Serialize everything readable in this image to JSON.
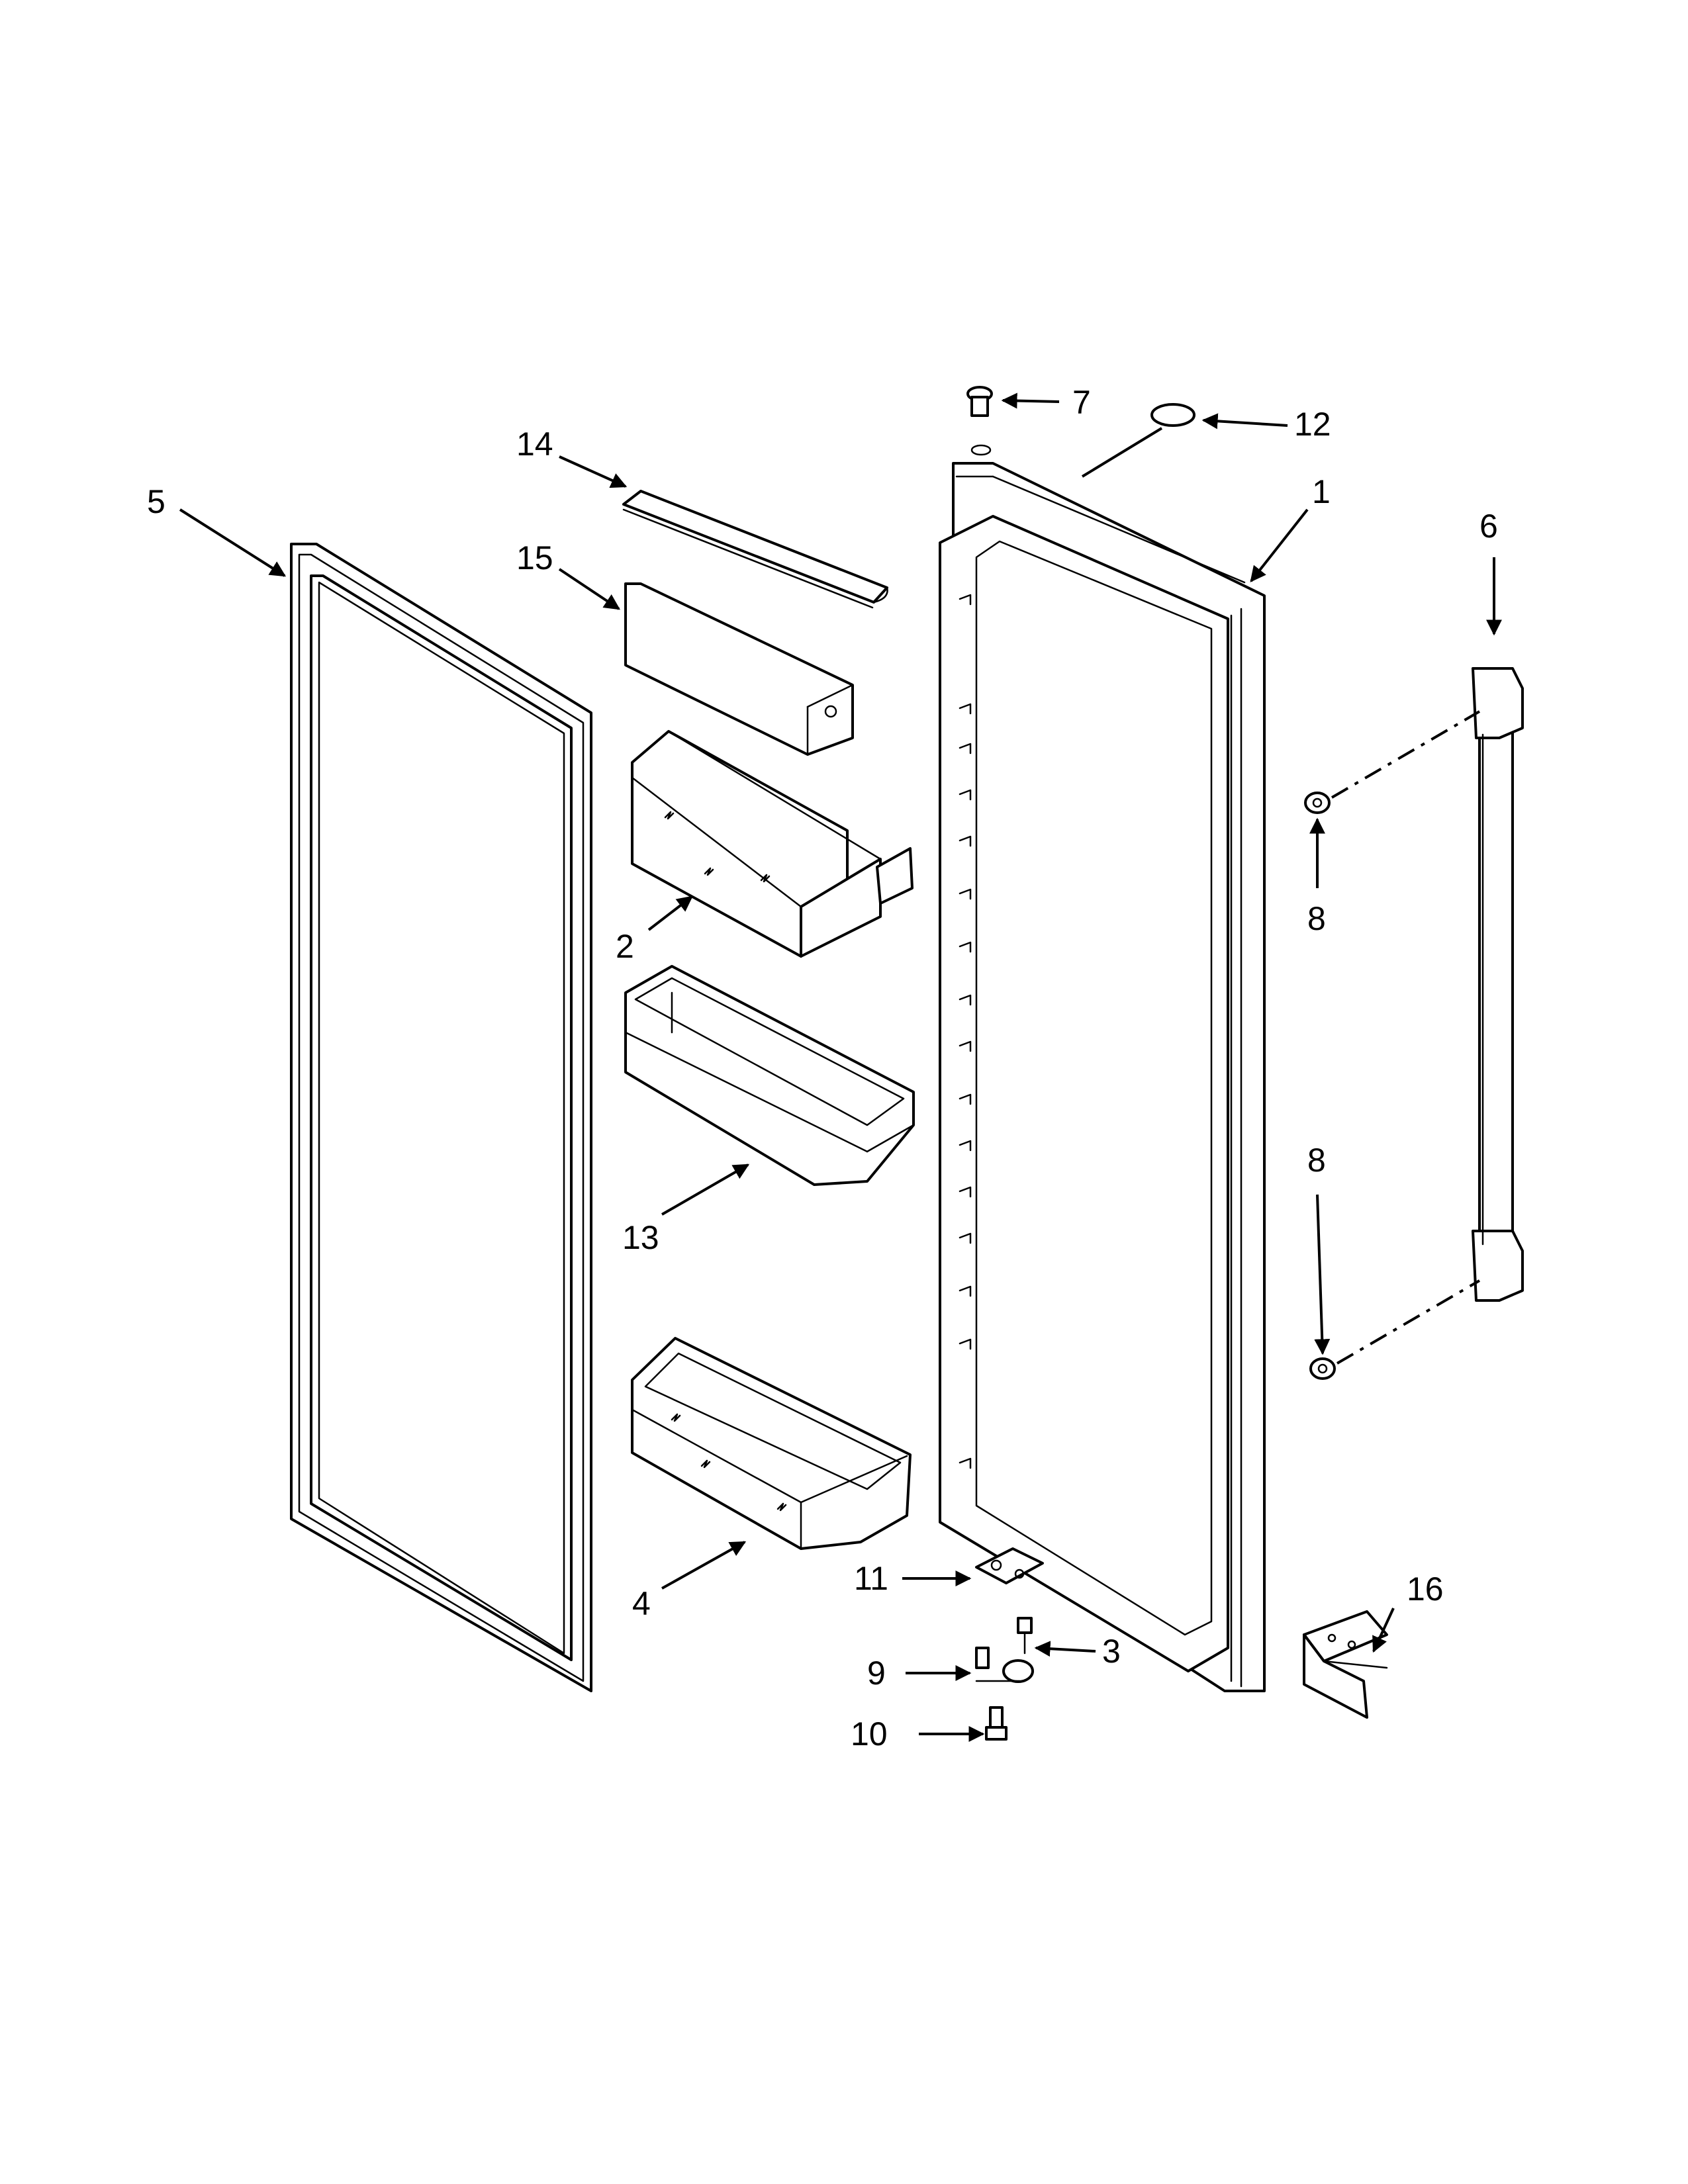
{
  "callouts": {
    "c1": "1",
    "c2": "2",
    "c3": "3",
    "c4": "4",
    "c5": "5",
    "c6": "6",
    "c7": "7",
    "c8a": "8",
    "c8b": "8",
    "c9": "9",
    "c10": "10",
    "c11": "11",
    "c12": "12",
    "c13": "13",
    "c14": "14",
    "c15": "15",
    "c16": "16"
  },
  "colors": {
    "line": "#000000",
    "background": "#ffffff"
  }
}
